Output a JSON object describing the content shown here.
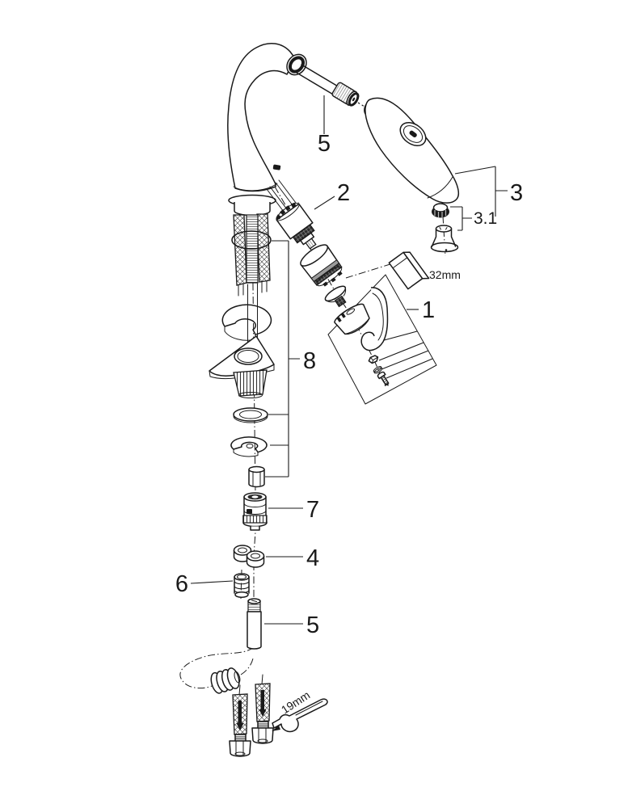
{
  "labels": {
    "part1": "1",
    "part2": "2",
    "part3": "3",
    "part3_1": "3.1",
    "part4": "4",
    "part5_top": "5",
    "part5_bottom": "5",
    "part6": "6",
    "part7": "7",
    "part8": "8",
    "socket_size": "32mm",
    "wrench_size": "19mm"
  },
  "colors": {
    "ink": "#1a1a1a",
    "background": "#ffffff"
  }
}
